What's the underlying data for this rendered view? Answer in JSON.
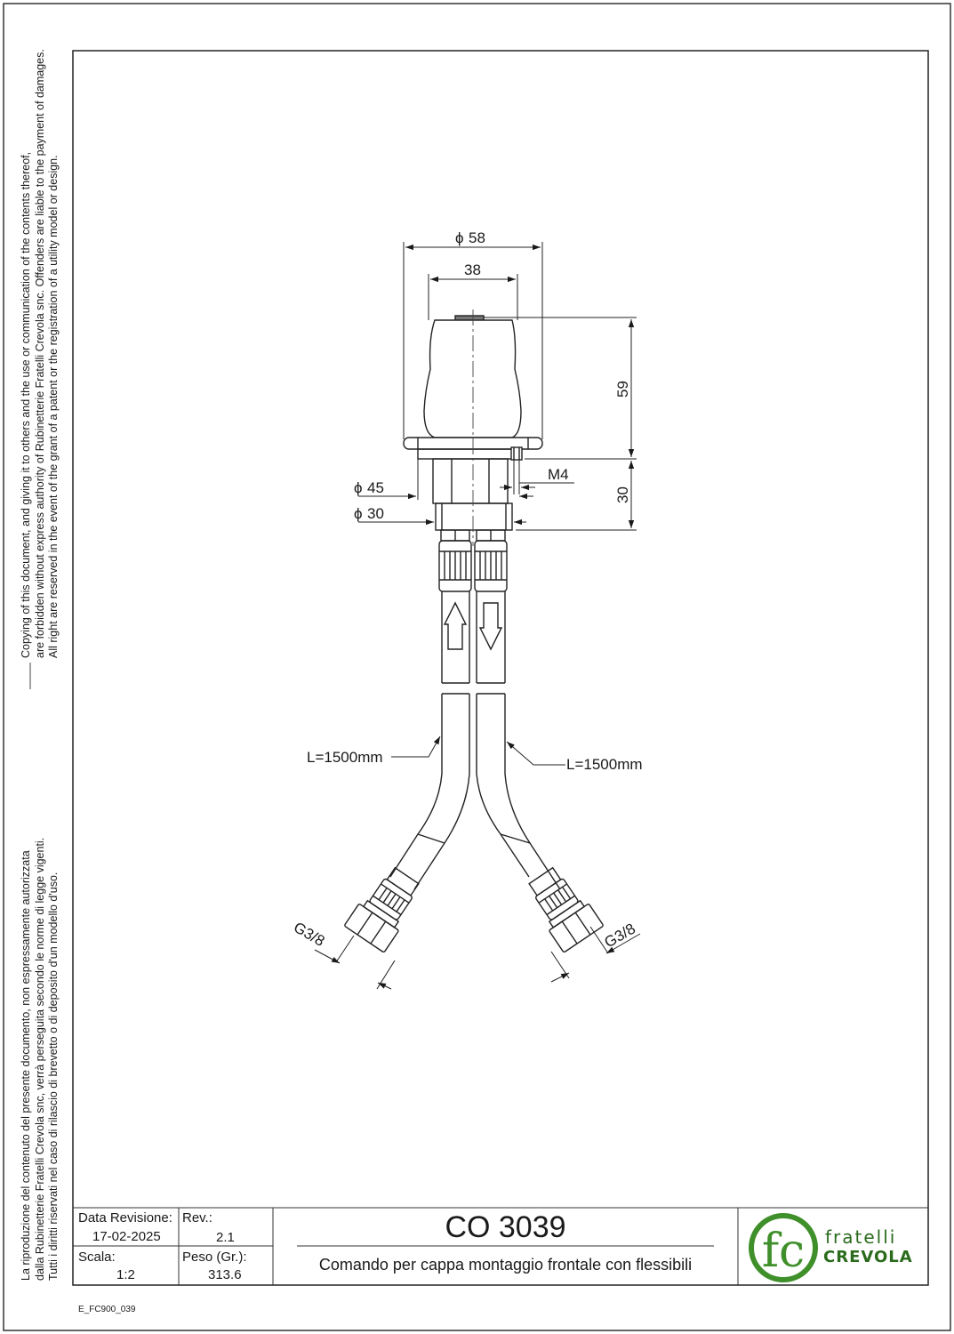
{
  "disclaimer_en": {
    "line1": "Copying of this document, and giving it to others and the use or communication of the contents thereof,",
    "line2": "are forbidden without express authority of Rubinetterie Fratelli Crevola snc. Offenders are liable to the payment of damages.",
    "line3": "All right are reserved in the event of the grant of a patent or the registration of a utility model or design."
  },
  "disclaimer_it": {
    "line1": "La riproduzione del contenuto del presente documento, non espressamente autorizzata",
    "line2": "dalla Rubinetterie Fratelli Crevola snc, verrà perseguita secondo le norme di legge vigenti.",
    "line3": "Tutti i diritti riservati nel caso di rilascio di brevetto o di deposito d'un modello d'uso."
  },
  "dimensions": {
    "dia58": "58",
    "w38": "38",
    "h59": "59",
    "h30": "30",
    "dia45": "45",
    "dia30": "30",
    "thread_m4": "M4",
    "hose_left": "L=1500mm",
    "hose_right": "L=1500mm",
    "fit_left": "G3/8",
    "fit_right": "G3/8",
    "diameter_symbol": "ϕ"
  },
  "title_block": {
    "rev_date_label": "Data Revisione:",
    "rev_date": "17-02-2025",
    "rev_label": "Rev.:",
    "rev": "2.1",
    "scale_label": "Scala:",
    "scale": "1:2",
    "weight_label": "Peso (Gr.):",
    "weight": "313.6",
    "code": "CO 3039",
    "description": "Comando per cappa montaggio frontale con flessibili"
  },
  "logo": {
    "monogram": "fc",
    "brand_line1": "fratelli",
    "brand_line2": "CREVOLA",
    "green": "#3f8f2a",
    "dark_green": "#2a6b1c"
  },
  "doc_id": "E_FC900_039"
}
